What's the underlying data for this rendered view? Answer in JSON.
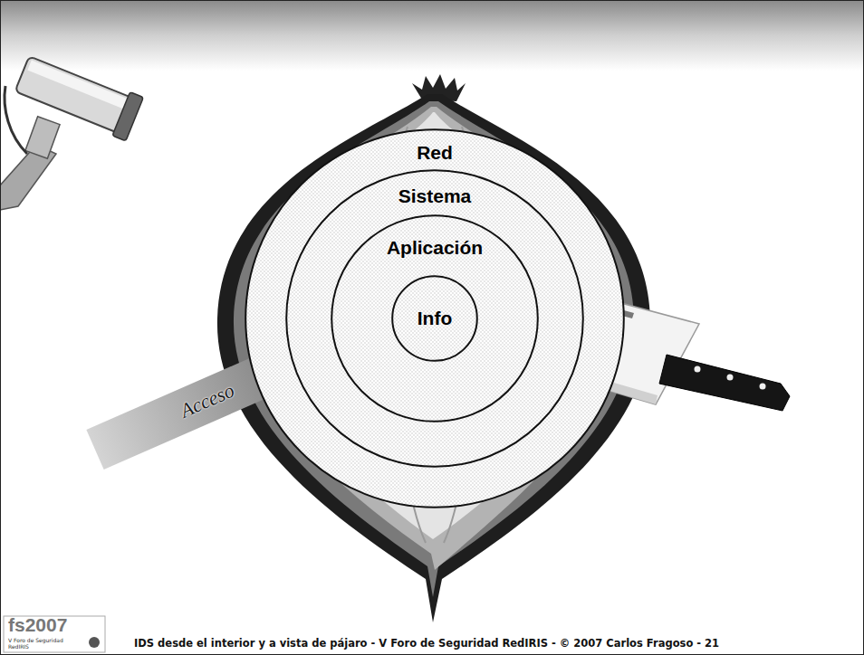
{
  "diagram": {
    "nodes": [
      {
        "text": [
          "Red"
        ]
      },
      {
        "text": [
          "Sistema"
        ],
        "in": 0
      },
      {
        "text": [
          "Aplicación"
        ],
        "in": 1
      },
      {
        "text": [
          "Info"
        ],
        "in": 2
      }
    ],
    "labels": [
      "Acceso",
      "fs2007",
      "V Foro de Seguridad RedIRIS",
      "IDS desde el interior y a vista de pájaro - V Foro de Seguridad RedIRIS - © 2007 Carlos Fragoso - 21"
    ]
  }
}
